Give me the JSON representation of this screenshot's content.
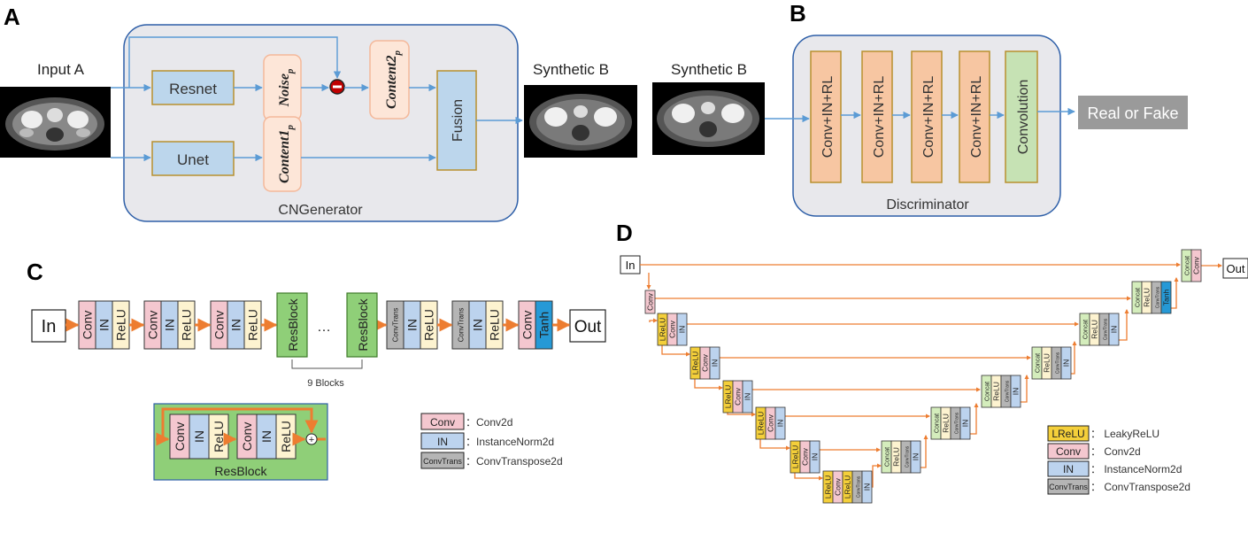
{
  "panels": {
    "a": "A",
    "b": "B",
    "c": "C",
    "d": "D"
  },
  "colors": {
    "blue_fill": "#bcd6ec",
    "block_border": "#b8902e",
    "content_fill": "#fde6d8",
    "content_border": "#f4b89a",
    "arrow_blue": "#5b9bd5",
    "arrow_orange": "#ed7d31",
    "gray_panel": "#e8e8ec",
    "panel_border": "#2e5fa8",
    "orange_fill": "#f7c6a2",
    "green_fill": "#c6e2b4",
    "gray_box": "#9a9a9a",
    "conv_pink": "#f4c7cf",
    "in_blue": "#bcd3ee",
    "relu_cream": "#fdf3d0",
    "lrelu_yellow": "#f4cf3a",
    "convtrans_gray": "#b5b5b5",
    "concat_green": "#d4edbc",
    "tanh_blue": "#2699d6",
    "resblock_green": "#8fcf78",
    "dark_red": "#c00000"
  },
  "panel_a": {
    "input_label": "Input A",
    "resnet": "Resnet",
    "unet": "Unet",
    "noise": "Noise",
    "noise_sub": "p",
    "content1": "Content1",
    "content1_sub": "p",
    "content2": "Content2",
    "content2_sub": "p",
    "minus_symbol": "−",
    "fusion": "Fusion",
    "generator_label": "CNGenerator",
    "synthetic_label": "Synthetic B"
  },
  "panel_b": {
    "synthetic_label": "Synthetic B",
    "block": "Conv+IN+RL",
    "convolution": "Convolution",
    "output": "Real or Fake",
    "discriminator_label": "Discriminator"
  },
  "panel_c": {
    "in_label": "In",
    "out_label": "Out",
    "conv": "Conv",
    "in_norm": "IN",
    "relu": "ReLU",
    "resblock": "ResBlock",
    "dots": "…",
    "convtrans": "ConvTrans",
    "tanh": "Tanh",
    "blocks_count": "9 Blocks",
    "resblock_caption": "ResBlock",
    "plus": "+",
    "legend": [
      {
        "key": "Conv",
        "desc": "：Conv2d"
      },
      {
        "key": "IN",
        "desc": "：InstanceNorm2d"
      },
      {
        "key": "ConvTrans",
        "desc": "：ConvTranspose2d"
      }
    ]
  },
  "panel_d": {
    "in_label": "In",
    "out_label": "Out",
    "conv": "Conv",
    "in_norm": "IN",
    "lrelu": "LReLU",
    "relu": "ReLU",
    "convtrans": "ConvTrans",
    "concat": "Concat",
    "tanh": "Tanh",
    "legend": [
      {
        "key": "LReLU",
        "desc": "： LeakyReLU"
      },
      {
        "key": "Conv",
        "desc": "： Conv2d"
      },
      {
        "key": "IN",
        "desc": "： InstanceNorm2d"
      },
      {
        "key": "ConvTrans",
        "desc": "： ConvTranspose2d"
      }
    ]
  }
}
